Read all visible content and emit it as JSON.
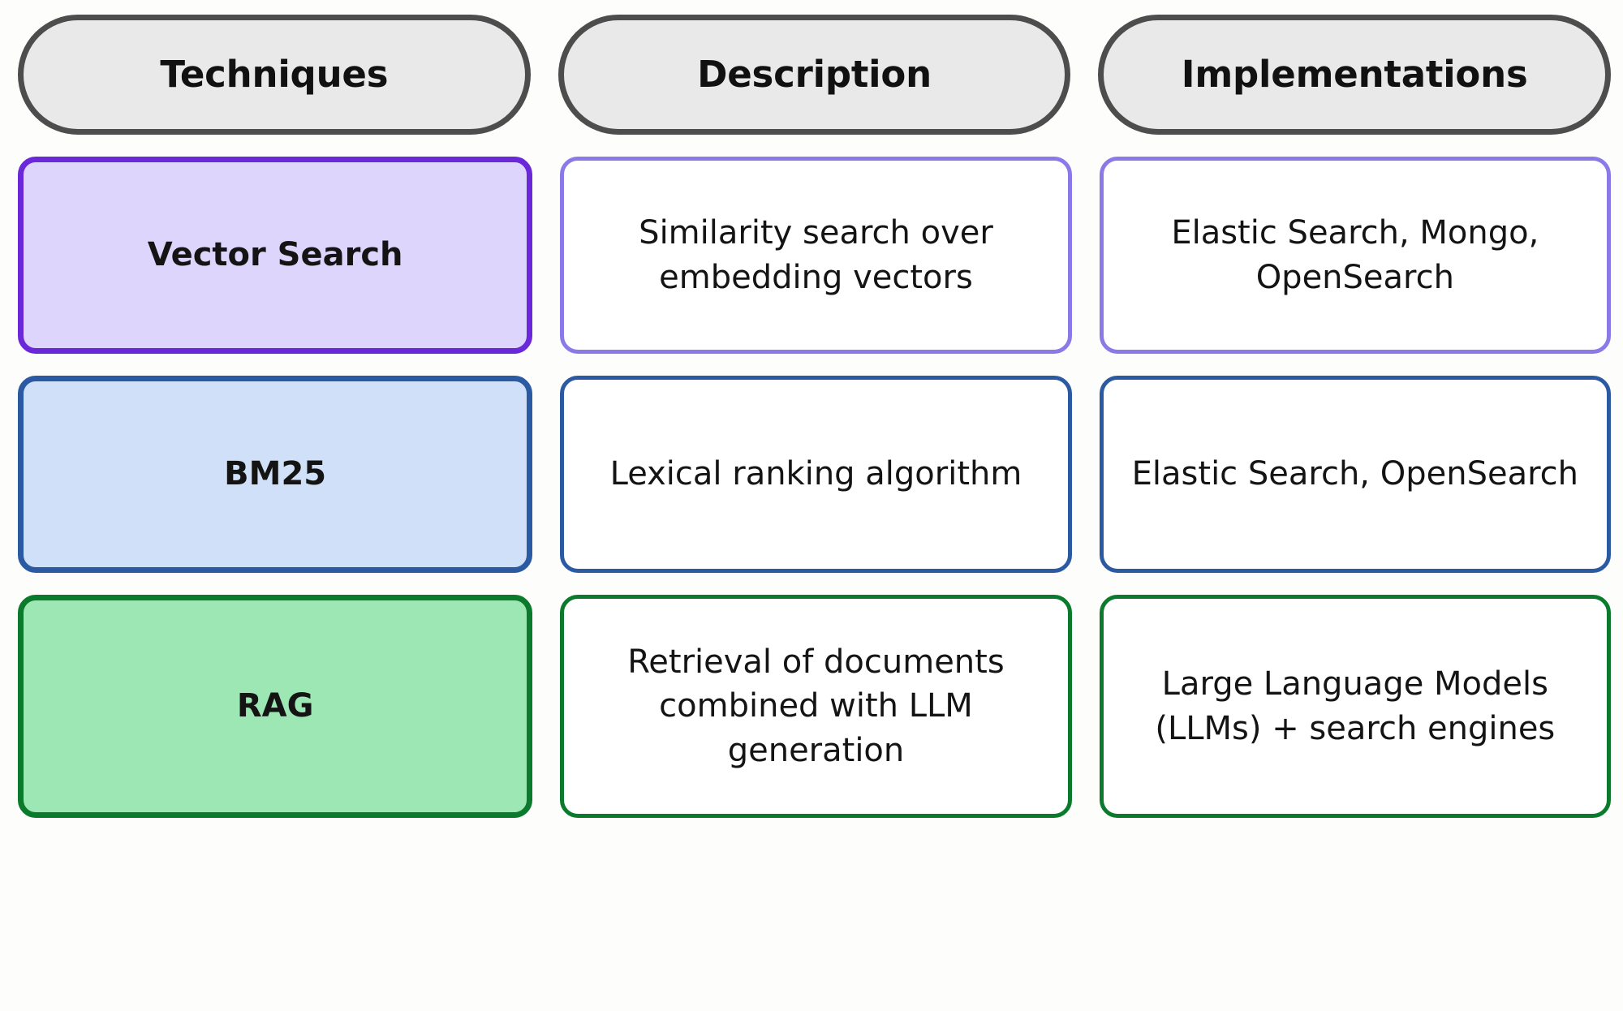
{
  "table": {
    "columns": [
      {
        "key": "technique",
        "label": "Techniques"
      },
      {
        "key": "description",
        "label": "Description"
      },
      {
        "key": "implementations",
        "label": "Implementations"
      }
    ],
    "rows": [
      {
        "id": "vector-search",
        "technique": "Vector Search",
        "description": "Similarity search over embedding vectors",
        "implementations": "Elastic Search, Mongo, OpenSearch",
        "accent": "#6b28d9",
        "fill": "#ddd5fb",
        "detail_border": "#8a7ae8"
      },
      {
        "id": "bm25",
        "technique": "BM25",
        "description": "Lexical ranking algorithm",
        "implementations": "Elastic Search, OpenSearch",
        "accent": "#2b5aa3",
        "fill": "#cfe0f8",
        "detail_border": "#2b5aa3"
      },
      {
        "id": "rag",
        "technique": "RAG",
        "description": "Retrieval of documents combined with LLM generation",
        "implementations": "Large Language Models (LLMs) + search engines",
        "accent": "#0b7a2c",
        "fill": "#9ce7b3",
        "detail_border": "#0b7a2c"
      }
    ],
    "header_fill": "#e9e9e9",
    "header_border": "#4d4d4d",
    "background": "#fdfdfb"
  }
}
